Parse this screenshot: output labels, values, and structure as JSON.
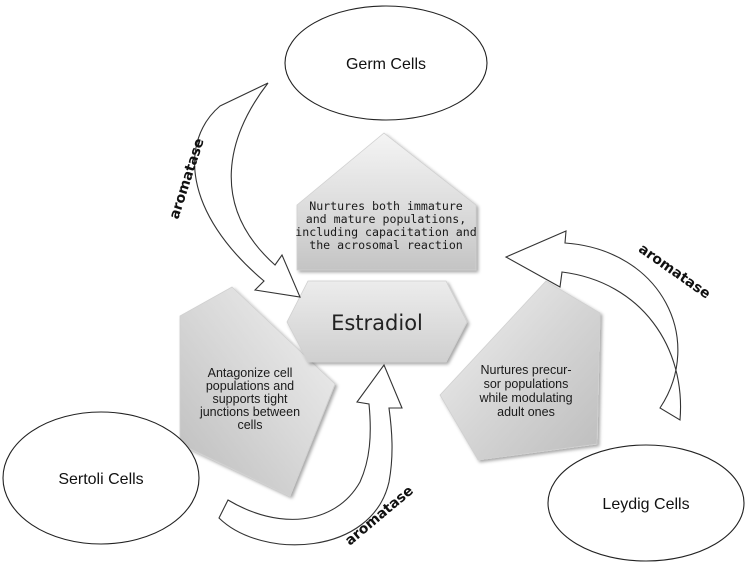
{
  "cells": {
    "germ": "Germ Cells",
    "sertoli": "Sertoli Cells",
    "leydig": "Leydig Cells"
  },
  "center": "Estradiol",
  "descriptions": {
    "germ": [
      "Nurtures both immature",
      "and mature populations,",
      "including capacitation and",
      "the acrosomal reaction"
    ],
    "sertoli": [
      "Antagonize cell",
      "populations and",
      "supports tight",
      "junctions between",
      "cells"
    ],
    "leydig": [
      "Nurtures precur-",
      "sor populations",
      "while modulating",
      "adult ones"
    ]
  },
  "enzyme": {
    "left": "aromatase",
    "right": "aromatase",
    "bottom": "aromatase"
  }
}
